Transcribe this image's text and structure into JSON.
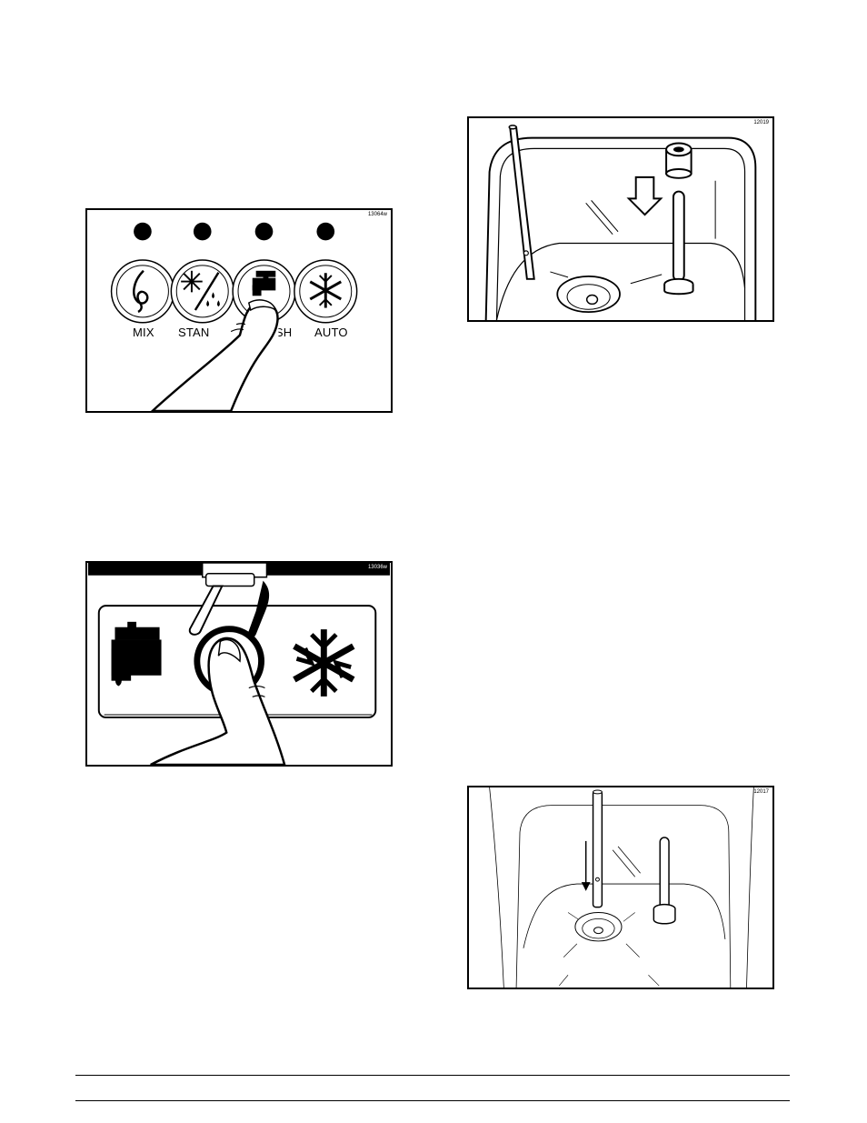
{
  "figures": [
    {
      "id": "control-panel",
      "code": "13064w",
      "labels": [
        "MIX",
        "STANDBY",
        "WASH",
        "AUTO"
      ],
      "icons": [
        "mix-icon",
        "standby-icon",
        "wash-faucet-icon",
        "auto-snowflake-icon"
      ]
    },
    {
      "id": "wash-auto-closeup",
      "code": "13036w",
      "icons": [
        "wash-faucet-icon",
        "auto-snowflake-icon"
      ]
    },
    {
      "id": "hopper-install-tube",
      "code": "12019"
    },
    {
      "id": "hopper-insert-rod",
      "code": "12017"
    }
  ],
  "colors": {
    "ink": "#000000",
    "paper": "#ffffff"
  }
}
